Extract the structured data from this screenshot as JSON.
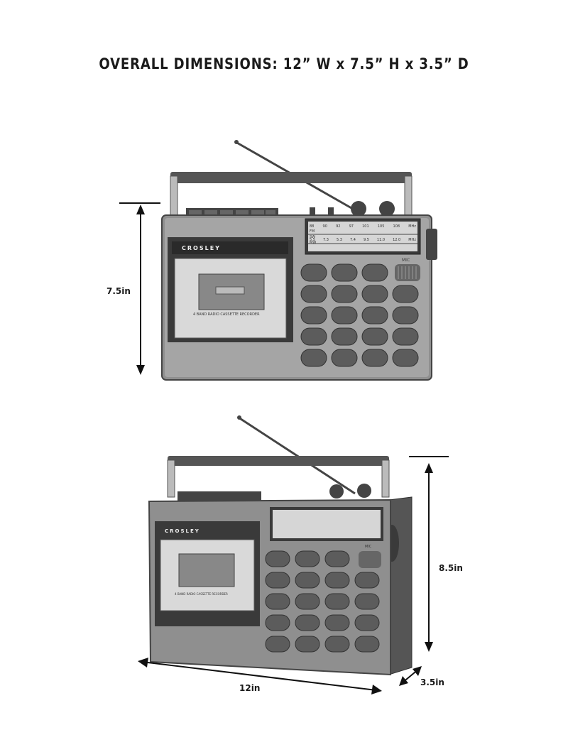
{
  "title": "OVERALL DIMENSIONS: 12” W x 7.5” H x 3.5” D",
  "front_view": {
    "brand": "CROSLEY",
    "deck_caption": "4 BAND RADIO CASSETTE RECORDER",
    "mic_label": "MIC",
    "dial_bands": [
      "FM",
      "SW",
      "MW"
    ],
    "dial_top_scale": [
      "88",
      "90",
      "92",
      "97",
      "101",
      "105",
      "108",
      "MHz"
    ],
    "dial_bottom_scale": [
      "5.5",
      "7.3",
      "5.3",
      "7.4",
      "9.5",
      "11.0",
      "12.0",
      "MHz"
    ],
    "height_label": "7.5in"
  },
  "angled_view": {
    "brand": "CROSLEY",
    "deck_caption": "4 BAND RADIO CASSETTE RECORDER",
    "mic_label": "MIC",
    "height_label": "8.5in",
    "width_label": "12in",
    "depth_label": "3.5in"
  },
  "colors": {
    "ink": "#1a1a1a",
    "body": "#8a8a8a",
    "dark": "#333333",
    "panel": "#bdbdbd"
  }
}
